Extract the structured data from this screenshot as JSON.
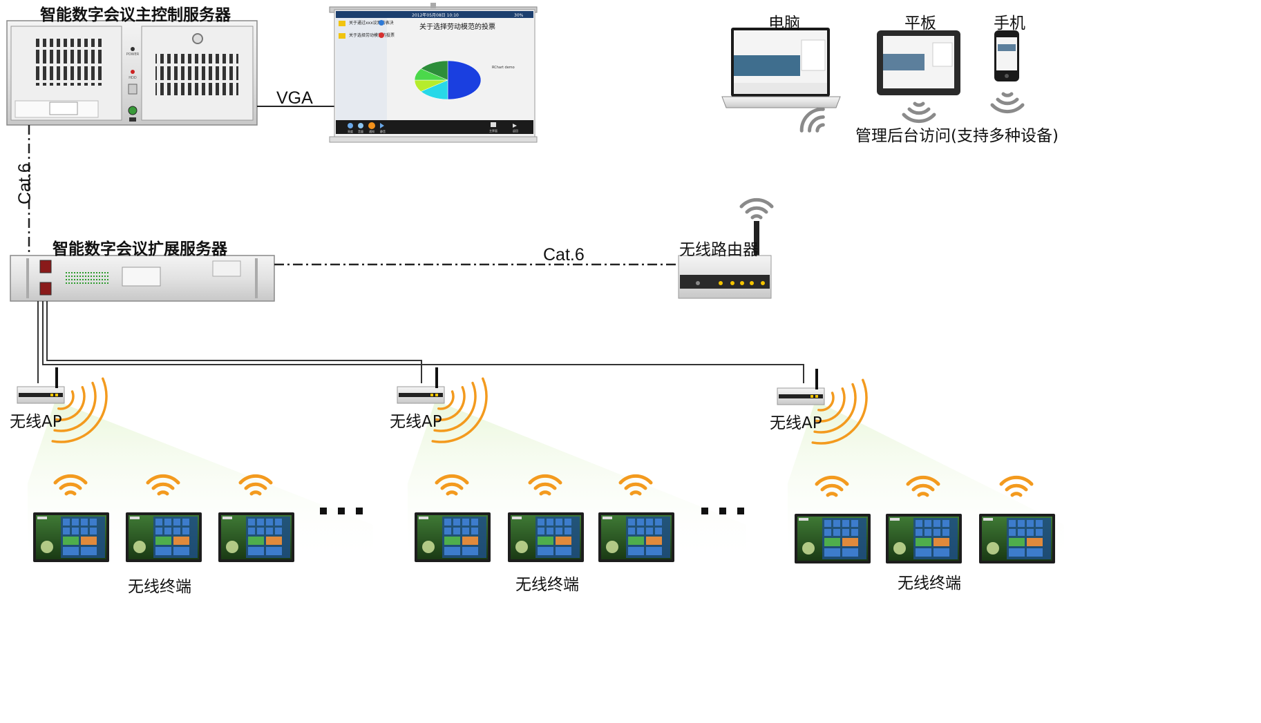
{
  "servers": {
    "main_label": "智能数字会议主控制服务器",
    "main_power": "POWER",
    "main_hdd": "HDD",
    "expansion_label": "智能数字会议扩展服务器"
  },
  "links": {
    "vga": "VGA",
    "cat6_vertical": "Cat.6",
    "cat6_horizontal": "Cat.6"
  },
  "screen": {
    "date": "2012年05月08日 10:10",
    "battery": "30%",
    "menu_item_1": "关于通过xxx议案的表决",
    "menu_item_2": "关于选择劳动模范的投票",
    "chart_title": "关于选择劳动模范的投票",
    "legend_title": "RChart demo",
    "dock_items": [
      "亮度",
      "音量",
      "通知",
      "静音"
    ],
    "dock_home": "主界面",
    "dock_back": "返回"
  },
  "chart_data": {
    "type": "pie",
    "title": "关于选择劳动模范的投票",
    "values": [
      50,
      15,
      10,
      10,
      15
    ],
    "colors": [
      "#1a3fe0",
      "#28d8e8",
      "#b6ec2c",
      "#4bd84b",
      "#2d8e3a"
    ]
  },
  "devices": {
    "pc_label": "电脑",
    "tablet_label": "平板",
    "phone_label": "手机",
    "admin_caption": "管理后台访问(支持多种设备)"
  },
  "router": {
    "label": "无线路由器"
  },
  "access_points": [
    {
      "label": "无线AP"
    },
    {
      "label": "无线AP"
    },
    {
      "label": "无线AP"
    }
  ],
  "terminals": {
    "group_label_1": "无线终端",
    "group_label_2": "无线终端",
    "group_label_3": "无线终端"
  },
  "colors": {
    "wifi_orange": "#f39a1e",
    "wifi_gray": "#8a8a8a",
    "beam_green": "#c8e8a0",
    "cable": "#222222"
  }
}
